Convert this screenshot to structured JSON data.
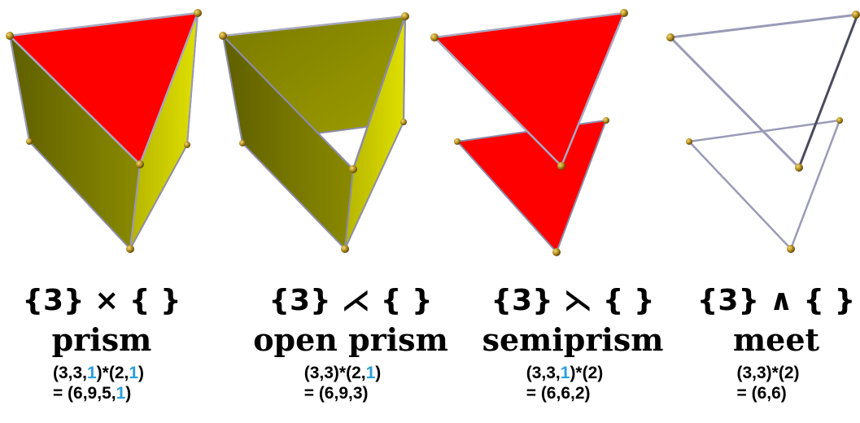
{
  "colors": {
    "red_face": "#ff0000",
    "olive_face": "#a3a300",
    "olive_dark": "#6e6e00",
    "edge": "#8c8ca8",
    "vertex": "#b08a1c",
    "highlight_one": "#2aa0d8"
  },
  "figures": [
    {
      "symbol": "{3} × { }",
      "name": "prism",
      "formula_line1": [
        "(3,3,",
        "1",
        ")*(2,",
        "1",
        ")"
      ],
      "formula_line2": [
        "= (6,9,5,",
        "1",
        ")"
      ]
    },
    {
      "symbol": "{3} ⋌ { }",
      "name": "open prism",
      "formula_line1": [
        "(3,3)*(2,",
        "1",
        ")"
      ],
      "formula_line2": [
        "= (6,9,3)"
      ]
    },
    {
      "symbol": "{3} ⋋ { }",
      "name": "semiprism",
      "formula_line1": [
        "(3,3,",
        "1",
        ")*(2)"
      ],
      "formula_line2": [
        "= (6,6,2)"
      ]
    },
    {
      "symbol": "{3} ∧ { }",
      "name": "meet",
      "formula_line1": [
        "(3,3)*(2)"
      ],
      "formula_line2": [
        "= (6,6)"
      ]
    }
  ]
}
